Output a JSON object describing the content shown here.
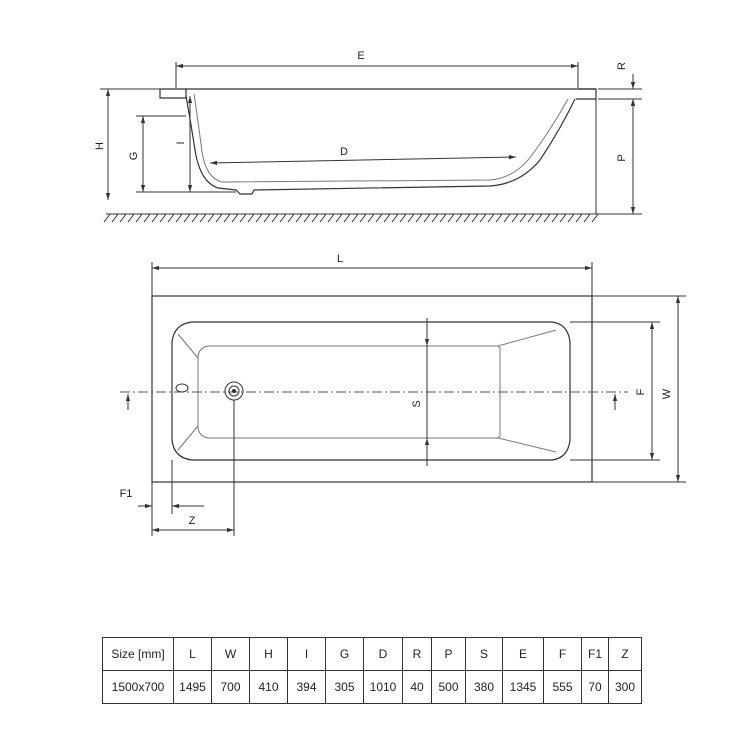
{
  "dimension_labels": {
    "E": "E",
    "R": "R",
    "H": "H",
    "G": "G",
    "I": "I",
    "D": "D",
    "P": "P",
    "L": "L",
    "S": "S",
    "F": "F",
    "W": "W",
    "F1": "F1",
    "Z": "Z"
  },
  "spec_table": {
    "headers": [
      "Size [mm]",
      "L",
      "W",
      "H",
      "I",
      "G",
      "D",
      "R",
      "P",
      "S",
      "E",
      "F",
      "F1",
      "Z"
    ],
    "rows": [
      [
        "1500x700",
        "1495",
        "700",
        "410",
        "394",
        "305",
        "1010",
        "40",
        "500",
        "380",
        "1345",
        "555",
        "70",
        "300"
      ]
    ]
  }
}
